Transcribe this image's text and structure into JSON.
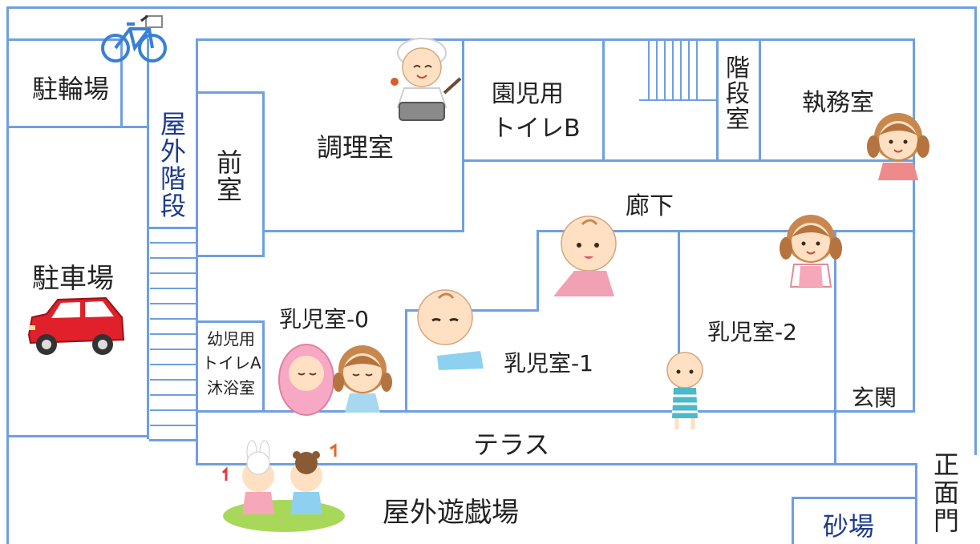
{
  "rooms": {
    "bicycle_parking": "駐輪場",
    "car_parking": "駐車場",
    "outdoor_stairs": "屋外階段",
    "anteroom": "前室",
    "kitchen": "調理室",
    "toilet_b_line1": "園児用",
    "toilet_b_line2": "トイレB",
    "stairwell": "階段室",
    "office": "執務室",
    "corridor": "廊下",
    "infant_room_0": "乳児室-0",
    "infant_room_1": "乳児室-1",
    "infant_room_2": "乳児室-2",
    "toilet_a_line1": "幼児用",
    "toilet_a_line2": "トイレA",
    "toilet_a_line3": "沐浴室",
    "entrance": "玄関",
    "terrace": "テラス",
    "outdoor_playground": "屋外遊戯場",
    "sandbox": "砂場",
    "main_gate": "正面門"
  },
  "colors": {
    "wall": "#6f9fe0",
    "outdoor_stairs_text": "#1b3a8a",
    "car": "#e0202a",
    "bicycle": "#3a7fd5"
  },
  "icons": [
    "bicycle-icon",
    "car-icon",
    "chef-icon",
    "teacher-icon",
    "baby-icon",
    "children-playing-icon"
  ]
}
